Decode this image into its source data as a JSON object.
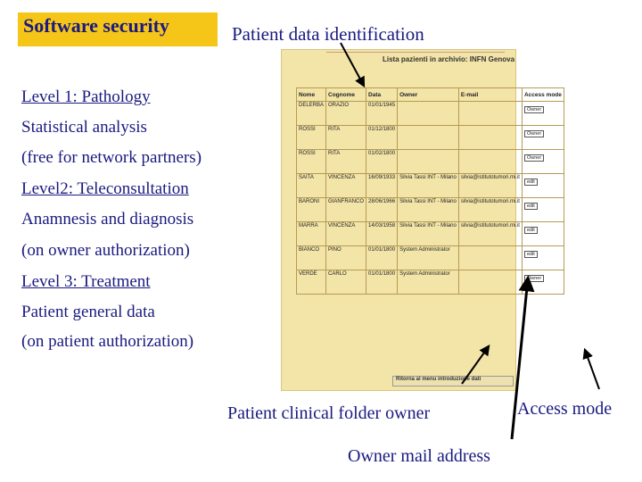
{
  "title": "Software security",
  "subtitle": "Patient data identification",
  "levels": [
    {
      "text": "Level 1: Pathology",
      "underlined": true
    },
    {
      "text": "Statistical analysis",
      "underlined": false
    },
    {
      "text": "(free for network partners)",
      "underlined": false
    },
    {
      "text": "Level2: Teleconsultation",
      "underlined": true
    },
    {
      "text": "Anamnesis and diagnosis",
      "underlined": false
    },
    {
      "text": "(on owner authorization)",
      "underlined": false
    },
    {
      "text": "Level 3: Treatment",
      "underlined": true
    },
    {
      "text": "Patient general data",
      "underlined": false
    },
    {
      "text": "(on patient authorization)",
      "underlined": false
    }
  ],
  "labels": {
    "clinical_owner": "Patient clinical folder owner",
    "access_mode": "Access mode",
    "owner_mail": "Owner mail address"
  },
  "document": {
    "header": "Lista pazienti in archivio: INFN Genova",
    "columns": [
      "Nome",
      "Cognome",
      "Data",
      "Owner",
      "E-mail",
      "Access mode"
    ],
    "rows": [
      [
        "DELERBA",
        "ORAZIO",
        "01/01/1945",
        "",
        "",
        "Owner"
      ],
      [
        "ROSSI",
        "RITA",
        "01/12/1800",
        "",
        "",
        "Owner"
      ],
      [
        "ROSSI",
        "RITA",
        "01/02/1800",
        "",
        "",
        "Owner"
      ],
      [
        "SAITA",
        "VINCENZA",
        "16/09/1933",
        "Silvia Tassi INT - Milano",
        "silvia@istitutotumori.mi.it",
        "edit"
      ],
      [
        "BARONI",
        "GIANFRANCO",
        "28/06/1966",
        "Silvia Tassi INT - Milano",
        "silvia@istitutotumori.mi.it",
        "edit"
      ],
      [
        "MARRA",
        "VINCENZA",
        "14/03/1958",
        "Silvia Tassi INT - Milano",
        "silvia@istitutotumori.mi.it",
        "edit"
      ],
      [
        "BIANCO",
        "PINO",
        "01/01/1800",
        "System Administrator",
        "",
        "edit"
      ],
      [
        "VERDE",
        "CARLO",
        "01/01/1800",
        "System Administrator",
        "",
        "Owner"
      ]
    ],
    "footer": "Ritorna al menu introduzione dati"
  },
  "colors": {
    "title_bg": "#f5c518",
    "text": "#1a1a80",
    "doc_bg": "#f3e4a8",
    "arrow": "#000000"
  }
}
